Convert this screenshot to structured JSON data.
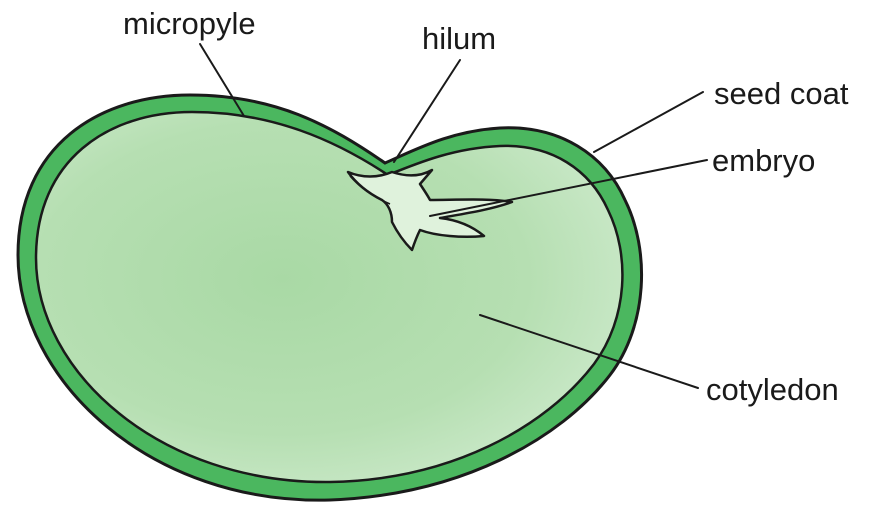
{
  "diagram": {
    "labels": {
      "micropyle": "micropyle",
      "hilum": "hilum",
      "seed_coat": "seed coat",
      "embryo": "embryo",
      "cotyledon": "cotyledon"
    },
    "colors": {
      "seed_coat_green": "#4bb75f",
      "cotyledon_fill_light": "#d2ecd1",
      "cotyledon_fill_mid": "#a9d9a5",
      "embryo_fill": "#dff2dc",
      "outline": "#1a1a1a",
      "label_text": "#1a1a1a"
    }
  }
}
